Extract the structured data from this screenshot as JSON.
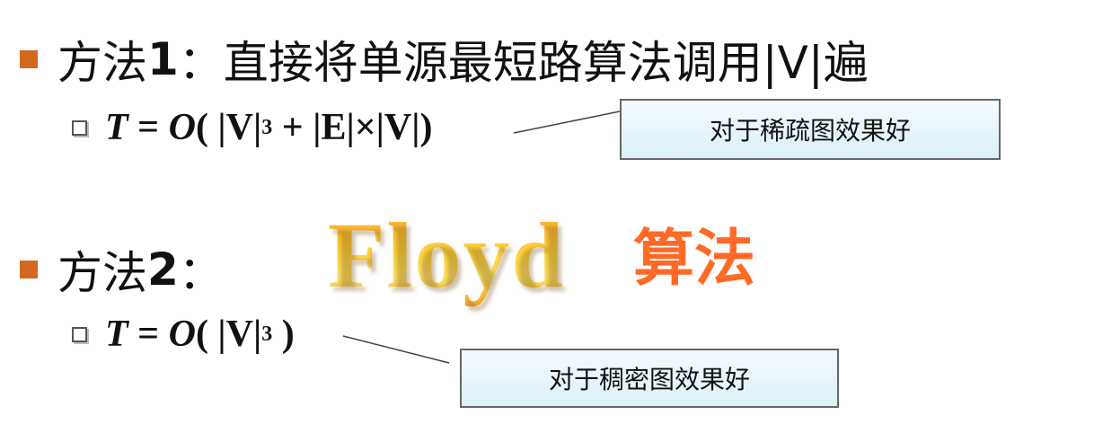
{
  "method1": {
    "label_prefix": "方法",
    "label_num": "1",
    "label_rest": "：直接将单源最短路算法调用|V|遍",
    "formula": {
      "t": "T",
      "eq": " = ",
      "o": "O",
      "body": "( |V|",
      "exp": "3",
      "tail": " + |E|×|V|)"
    },
    "callout": "对于稀疏图效果好"
  },
  "method2": {
    "label_prefix": "方法",
    "label_num": "2",
    "label_rest": "：",
    "formula": {
      "t": "T",
      "eq": " = ",
      "o": "O",
      "body": "( |V|",
      "exp": "3",
      "tail": " )"
    },
    "callout": "对于稠密图效果好"
  },
  "title_art": {
    "word": "Floyd",
    "suffix": "算法"
  },
  "colors": {
    "bullet": "#d2691e",
    "floyd_gradient": [
      "#ff9d2a",
      "#ffd43a",
      "#f2a020"
    ],
    "suffix": "#ff6a26"
  }
}
